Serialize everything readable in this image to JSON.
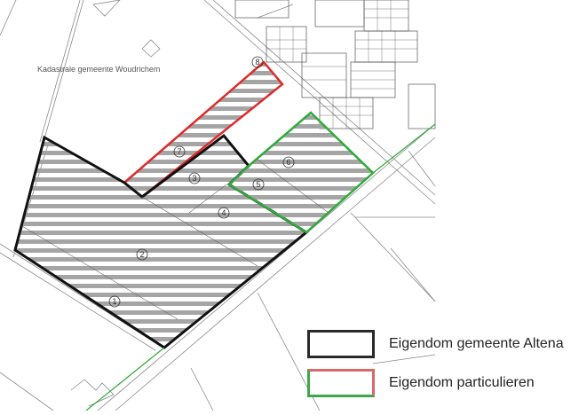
{
  "map": {
    "title_label": "Kadastrale gemeente Woudrichem",
    "parcel_numbers": [
      "1",
      "2",
      "3",
      "4",
      "5",
      "6",
      "7",
      "8"
    ],
    "colors": {
      "gemeente": "#111111",
      "particulier_red": "#dd2b2b",
      "particulier_green": "#2faa3a",
      "hatch": "#9a9a9a",
      "lines": "#888888"
    }
  },
  "legend": {
    "items": [
      {
        "label": "Eigendom gemeente Altena",
        "swatch": "black"
      },
      {
        "label": "Eigendom particulieren",
        "swatch": "red-green"
      }
    ]
  }
}
